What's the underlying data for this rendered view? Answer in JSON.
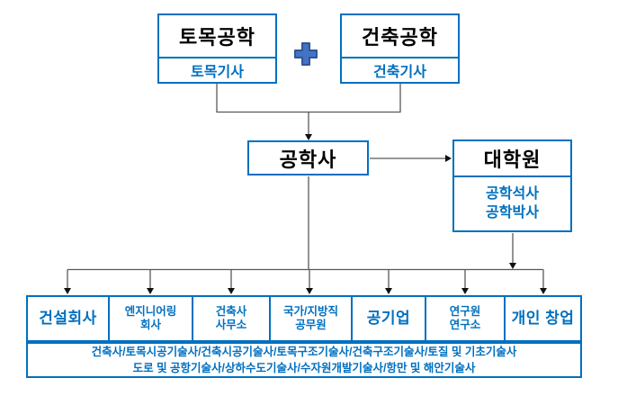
{
  "diagram": {
    "majors": {
      "civil": {
        "title": "토목공학",
        "cert": "토목기사"
      },
      "architecture": {
        "title": "건축공학",
        "cert": "건축기사"
      }
    },
    "bachelor": {
      "title": "공학사"
    },
    "graduate": {
      "title": "대학원",
      "degree1": "공학석사",
      "degree2": "공학박사"
    },
    "careers": [
      {
        "line1": "건설회사"
      },
      {
        "line1": "엔지니어링",
        "line2": "회사"
      },
      {
        "line1": "건축사",
        "line2": "사무소"
      },
      {
        "line1": "국가/지방직",
        "line2": "공무원"
      },
      {
        "line1": "공기업"
      },
      {
        "line1": "연구원",
        "line2": "연구소"
      },
      {
        "line1": "개인 창업"
      }
    ],
    "certifications": {
      "line1": "건축사/토목시공기술사/건축시공기술사/토목구조기술사/건축구조기술사/토질 및 기초기술사",
      "line2": "도로 및 공항기술사/상하수도기술사/수자원개발기술사/항만 및 해안기술사"
    },
    "colors": {
      "accent_blue": "#0070C0",
      "text_black": "#000000",
      "plus_fill": "#4472C4",
      "plus_stroke": "#2F5597",
      "connector_gray": "#595959"
    }
  }
}
